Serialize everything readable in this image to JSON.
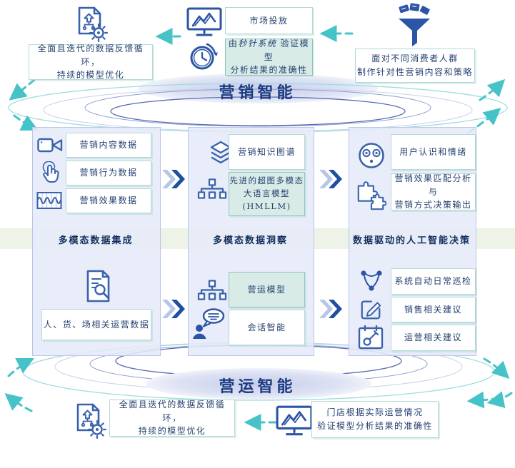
{
  "titles": {
    "marketing": "营销智能",
    "operations": "营运智能"
  },
  "top": {
    "feedback": {
      "line1": "全面且迭代的数据反馈循环，",
      "line2": "持续的模型优化"
    },
    "market": "市场投放",
    "verify": {
      "pre": "由",
      "brand": "秒针系统",
      "post": " 验证模型",
      "line2": "分析结果的准确性"
    },
    "audience": {
      "line1": "面对不同消费者人群",
      "line2": "制作针对性营销内容和策略"
    }
  },
  "columns": {
    "integration": {
      "caption": "多模态数据集成",
      "item1": "营销内容数据",
      "item2": "营销行为数据",
      "item3": "营销效果数据",
      "operationData": "人、货、场相关运营数据"
    },
    "insight": {
      "caption": "多模态数据洞察",
      "knowledgeGraph": "营销知识图谱",
      "hmllm": {
        "line1": "先进的超图多模态",
        "line2": "大语言模型",
        "line3": "(HMLLM)"
      },
      "opModel": "营运模型",
      "conversation": "会话智能"
    },
    "decision": {
      "caption": "数据驱动的人工智能决策",
      "userEmotion": "用户认识和情绪",
      "match": {
        "line1": "营销效果匹配分析与",
        "line2": "营销方式决策输出"
      },
      "inspection": "系统自动日常巡检",
      "salesAdvice": "销售相关建议",
      "opsAdvice": "运营相关建议"
    }
  },
  "bottom": {
    "feedback": {
      "line1": "全面且迭代的数据反馈循环，",
      "line2": "持续的模型优化"
    },
    "store": {
      "line1": "门店根据实际运营情况",
      "line2": "验证模型分析结果的准确性"
    }
  },
  "colors": {
    "accent_teal": "#45c3c9",
    "navy_text": "#1c3c80",
    "icon_blue": "#3a62ad",
    "icon_fill": "#2b55a5",
    "teal_box_bg": "#d9ebe7",
    "panel_bg": "#e6ebf8",
    "band_green": "#edf3e7"
  }
}
